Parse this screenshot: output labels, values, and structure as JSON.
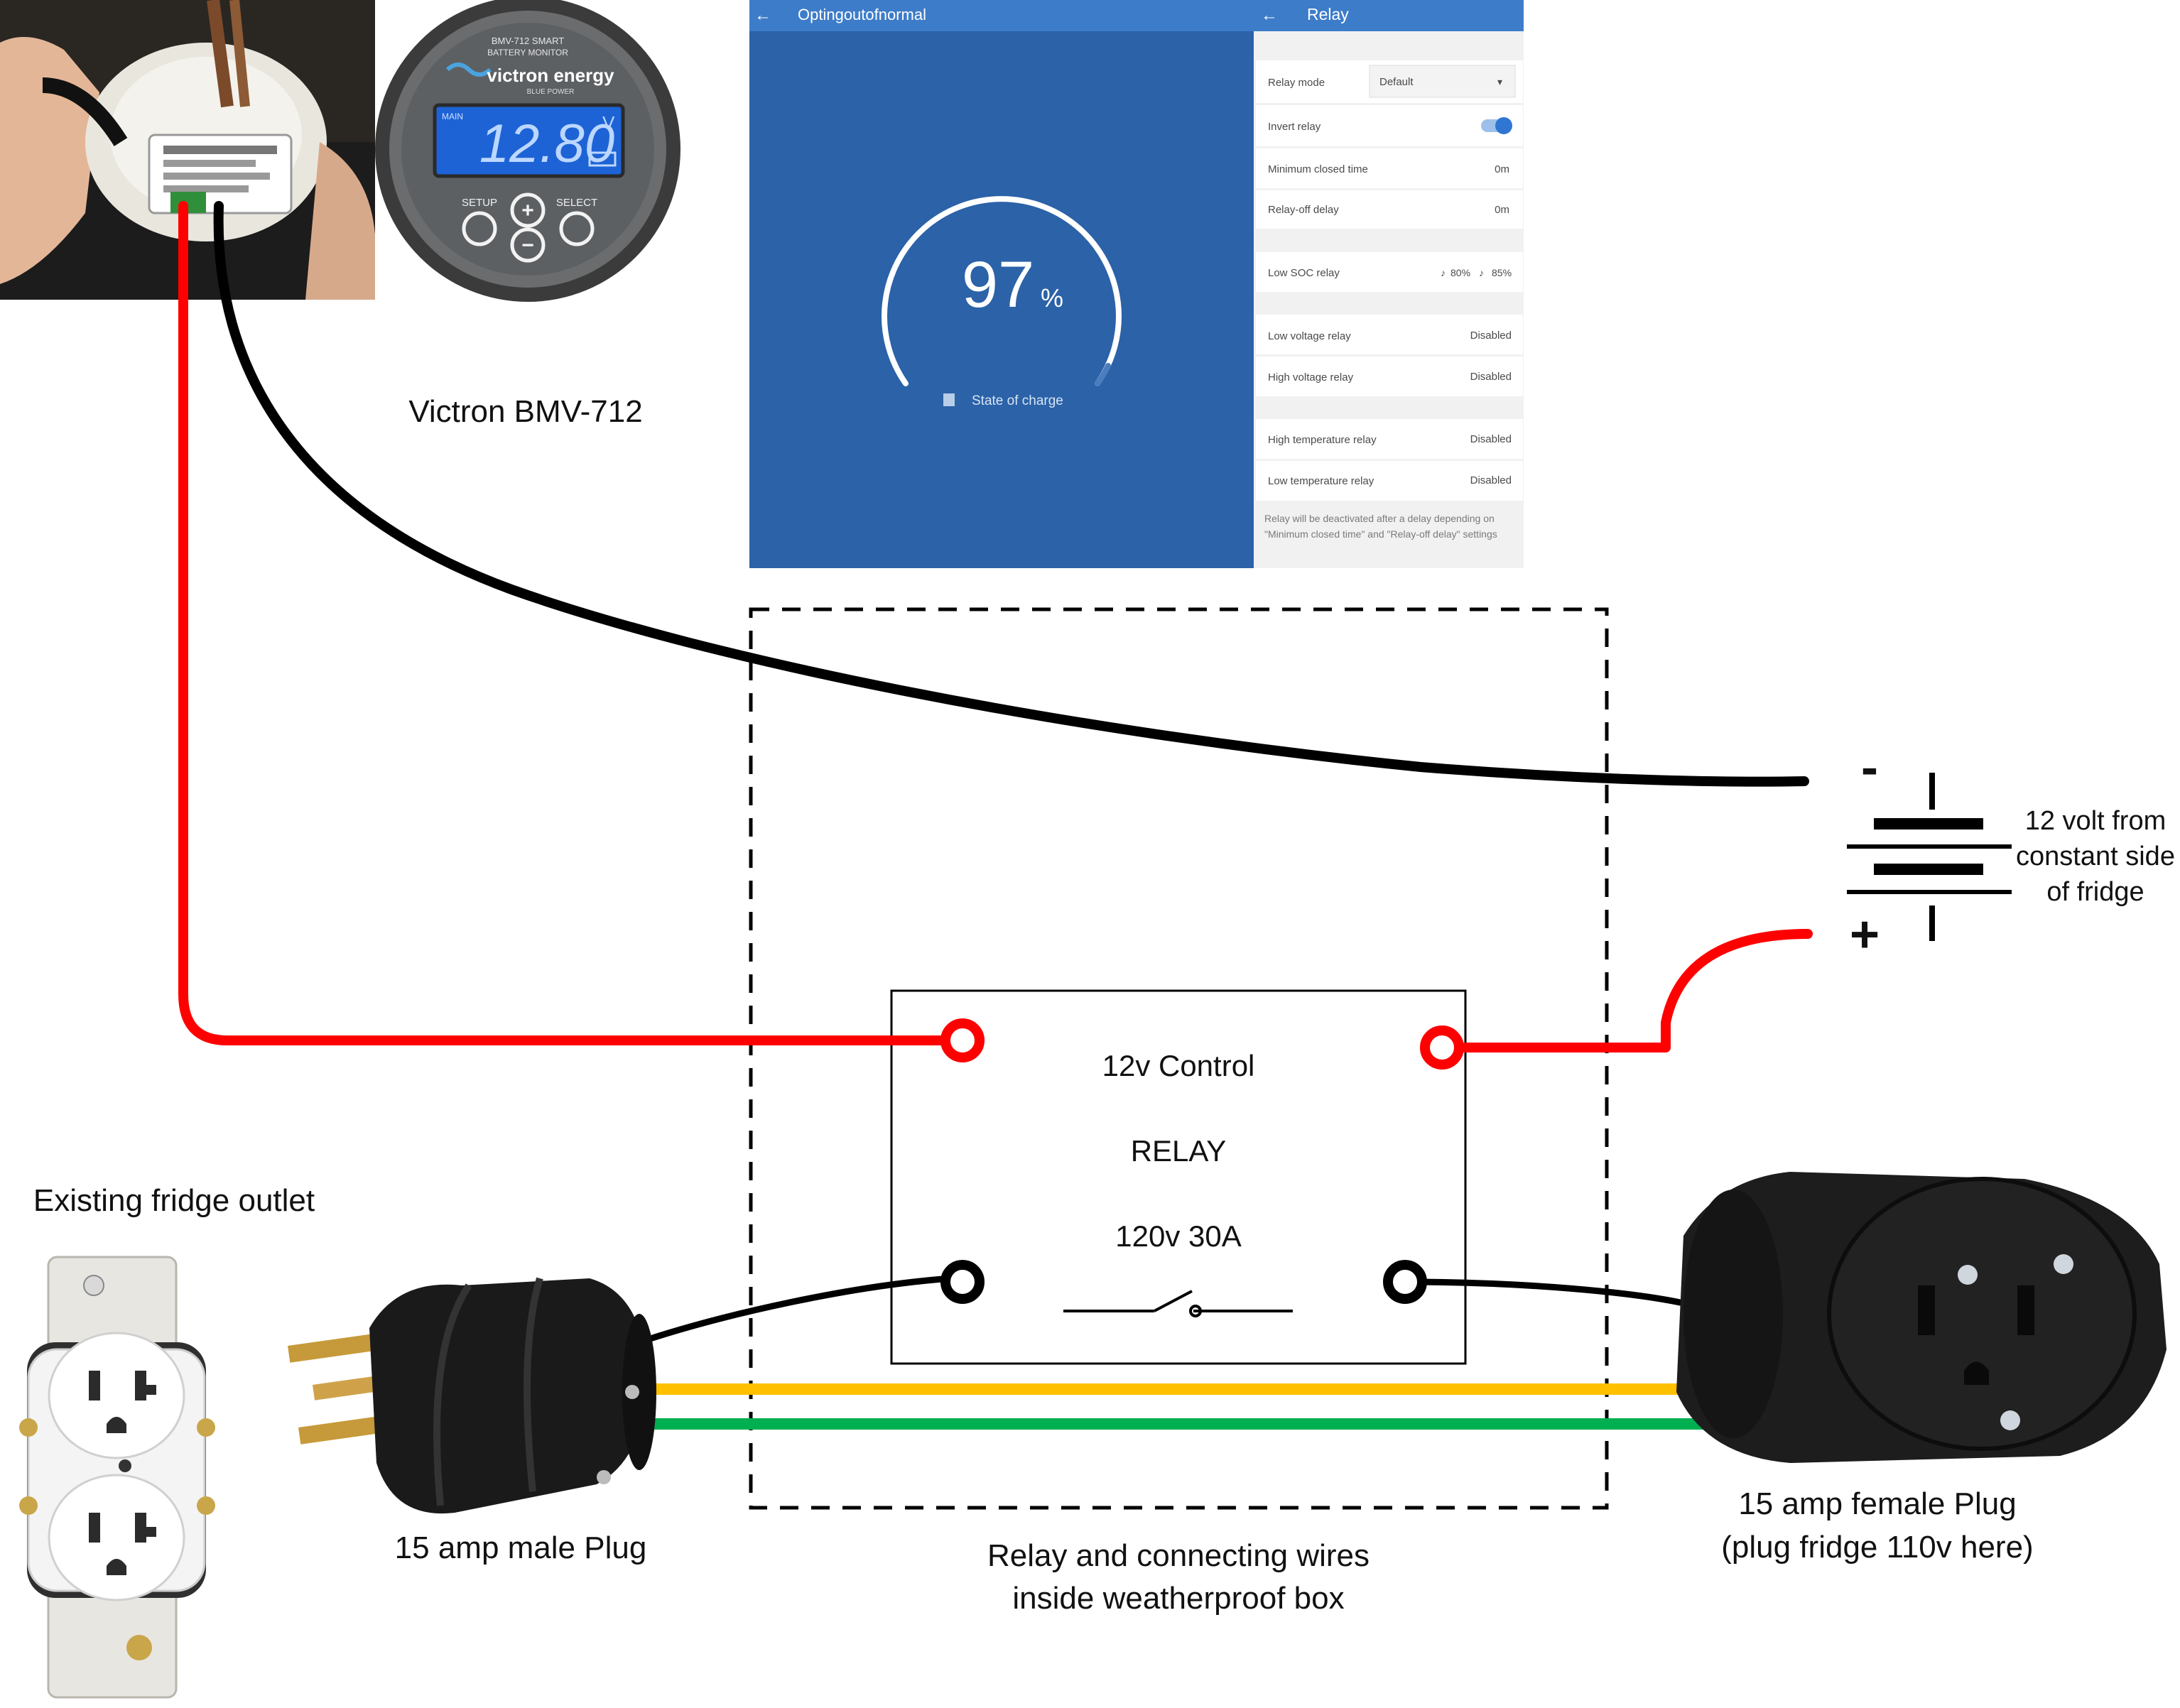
{
  "labels": {
    "bmv": "Victron BMV-712",
    "existing_outlet": "Existing fridge outlet",
    "male_plug": "15 amp male Plug",
    "female_plug_line1": "15 amp female Plug",
    "female_plug_line2": "(plug fridge 110v here)",
    "box_line1": "Relay and connecting wires",
    "box_line2": "inside weatherproof box",
    "battery_line1": "12 volt from",
    "battery_line2": "constant side",
    "battery_line3": "of fridge",
    "battery_minus": "-",
    "battery_plus": "+"
  },
  "relay": {
    "line1": "12v Control",
    "line2": "RELAY",
    "line3": "120v 30A"
  },
  "bmv_device": {
    "model_line1": "BMV-712 SMART",
    "model_line2": "BATTERY MONITOR",
    "brand": "victron energy",
    "brand_sub": "BLUE POWER",
    "main_tag": "MAIN",
    "display_value": "12.80",
    "display_unit": "V",
    "setup": "SETUP",
    "select": "SELECT",
    "plus": "+",
    "minus": "−"
  },
  "app": {
    "left_title": "Optingoutofnormal",
    "soc_value": "97",
    "soc_unit": "%",
    "soc_label": "State of charge",
    "right_title": "Relay",
    "relay_mode_label": "Relay mode",
    "relay_mode_value": "Default",
    "invert_relay": "Invert relay",
    "min_closed_label": "Minimum closed time",
    "min_closed_value": "0m",
    "relay_off_label": "Relay-off delay",
    "relay_off_value": "0m",
    "low_soc_label": "Low SOC relay",
    "low_soc_v1": "80%",
    "low_soc_v2": "85%",
    "low_voltage_label": "Low voltage relay",
    "low_voltage_value": "Disabled",
    "high_voltage_label": "High voltage relay",
    "high_voltage_value": "Disabled",
    "high_temp_label": "High temperature relay",
    "high_temp_value": "Disabled",
    "low_temp_label": "Low temperature relay",
    "low_temp_value": "Disabled",
    "note_line1": "Relay will be deactivated after a delay depending on",
    "note_line2": "\"Minimum closed time\" and \"Relay-off delay\" settings"
  },
  "colors": {
    "app_blue": "#2b62a8",
    "app_header": "#3d7cc9",
    "wire_red": "#ff0000",
    "wire_black": "#000000",
    "wire_yellow": "#ffc000",
    "wire_green": "#00b050"
  }
}
